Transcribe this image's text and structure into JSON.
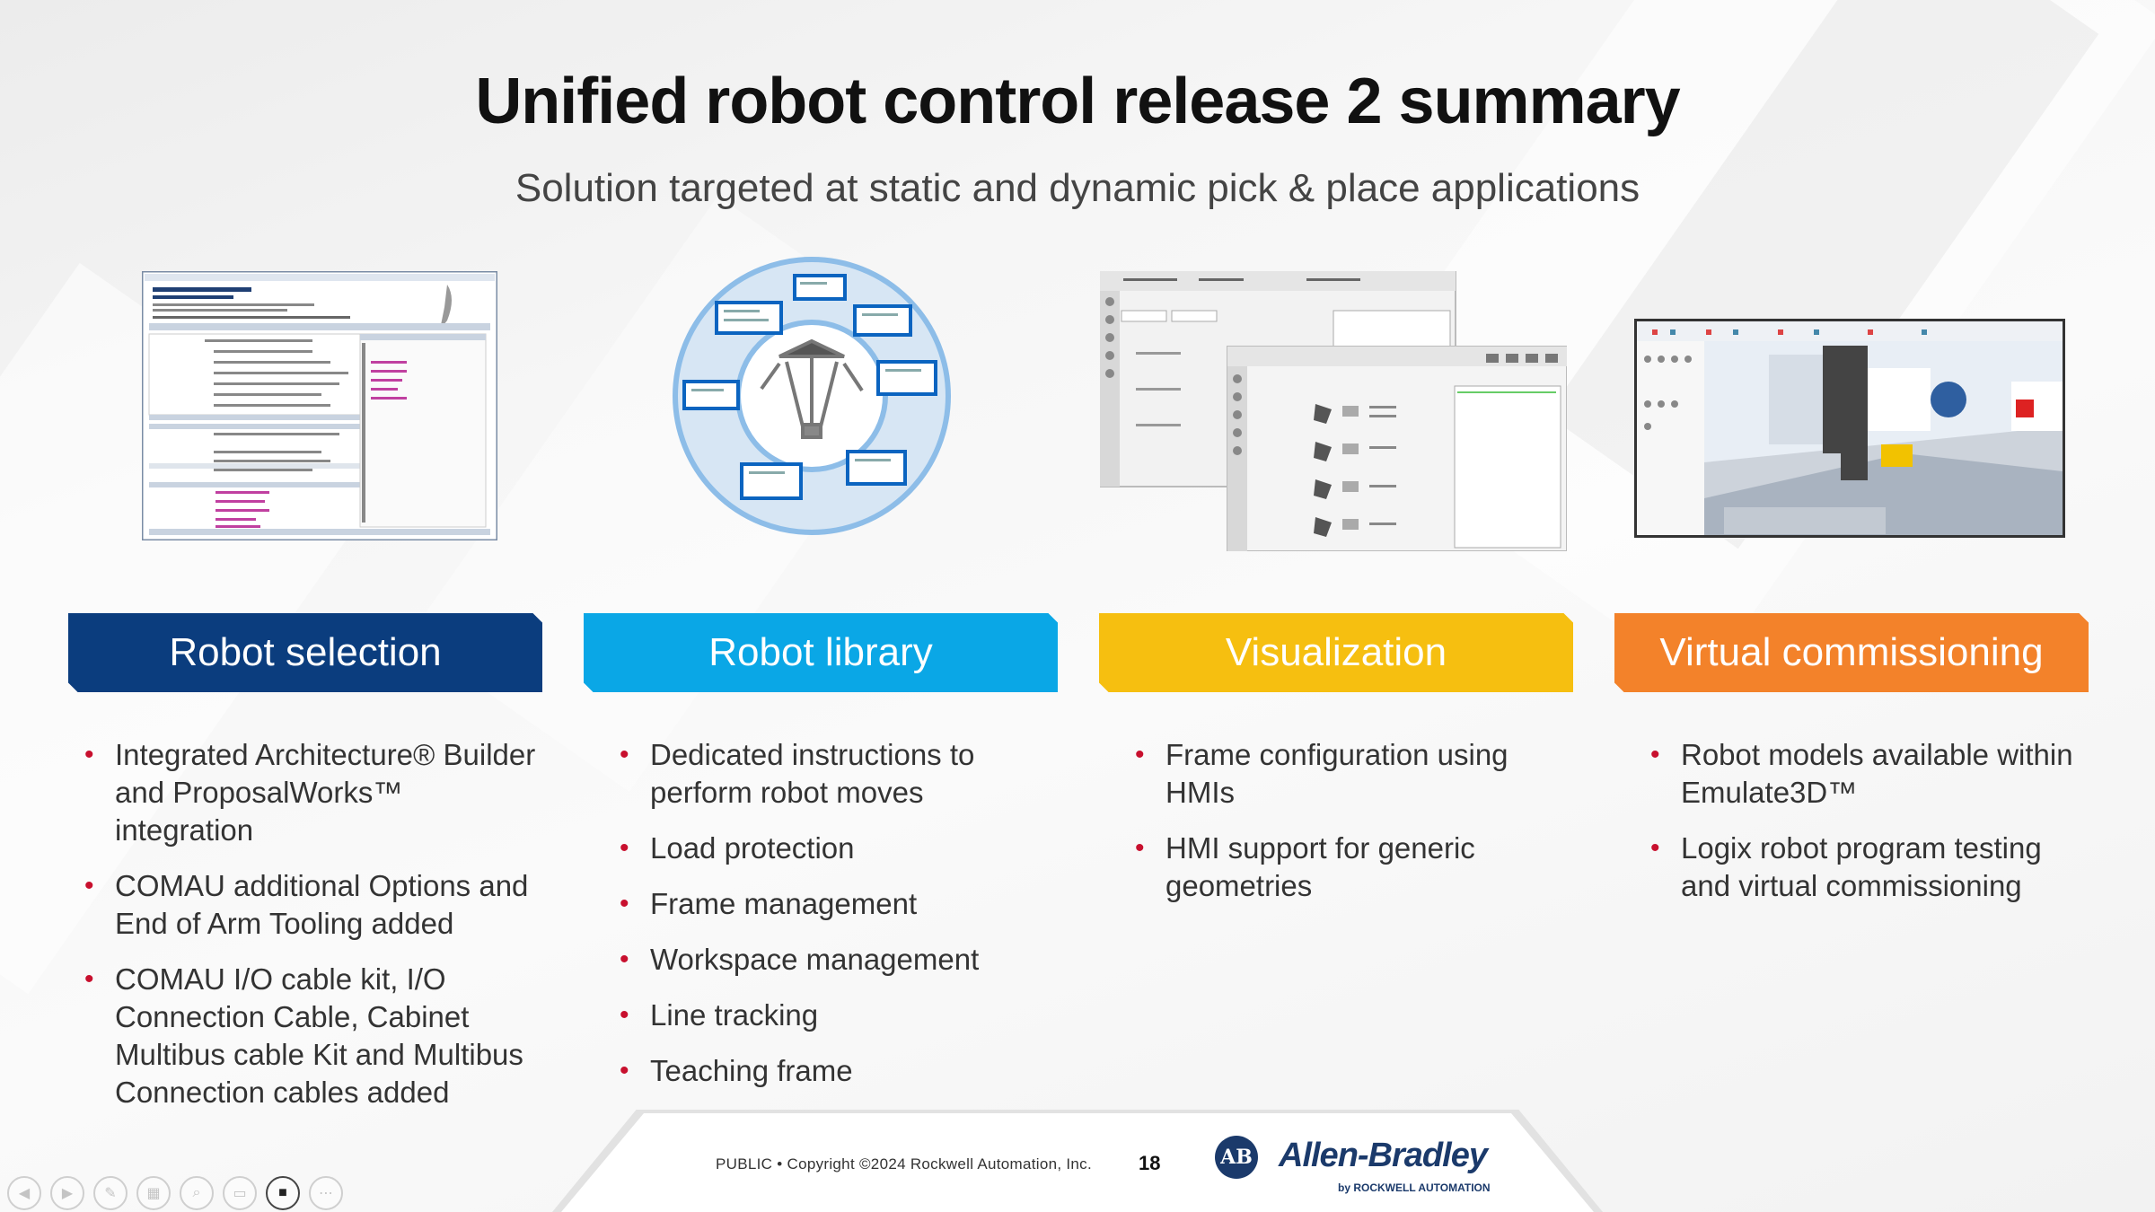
{
  "slide": {
    "title": "Unified robot control release 2 summary",
    "subtitle": "Solution targeted at static and dynamic pick & place applications"
  },
  "columns": [
    {
      "header": "Robot selection",
      "color": "#0b3d7e",
      "bullets": [
        "Integrated Architecture® Builder and ProposalWorks™ integration",
        "COMAU additional Options and End of Arm Tooling added",
        "COMAU I/O cable kit, I/O Connection Cable, Cabinet Multibus cable Kit and Multibus Connection cables added"
      ]
    },
    {
      "header": "Robot library",
      "color": "#0aa7e6",
      "bullets": [
        "Dedicated instructions to perform robot moves",
        "Load protection",
        "Frame management",
        "Workspace management",
        "Line tracking",
        "Teaching frame"
      ]
    },
    {
      "header": "Visualization",
      "color": "#f6bf10",
      "bullets": [
        "Frame configuration using HMIs",
        "HMI support for generic geometries"
      ]
    },
    {
      "header": "Virtual commissioning",
      "color": "#f3822a",
      "bullets": [
        "Robot models available within Emulate3D™",
        "Logix robot program testing and virtual commissioning"
      ]
    }
  ],
  "footer": {
    "copyright": "PUBLIC • Copyright ©2024 Rockwell Automation, Inc.",
    "page_number": "18",
    "logo_text": "AB",
    "brand": "Allen-Bradley",
    "brand_sub": "by ROCKWELL AUTOMATION"
  },
  "accent_colors": {
    "bullet": "#c8102e",
    "brand": "#1b3a6b"
  },
  "toolbar_icons": [
    "prev-icon",
    "next-icon",
    "pen-icon",
    "slides-icon",
    "zoom-icon",
    "subtitles-icon",
    "camera-icon",
    "more-icon"
  ]
}
